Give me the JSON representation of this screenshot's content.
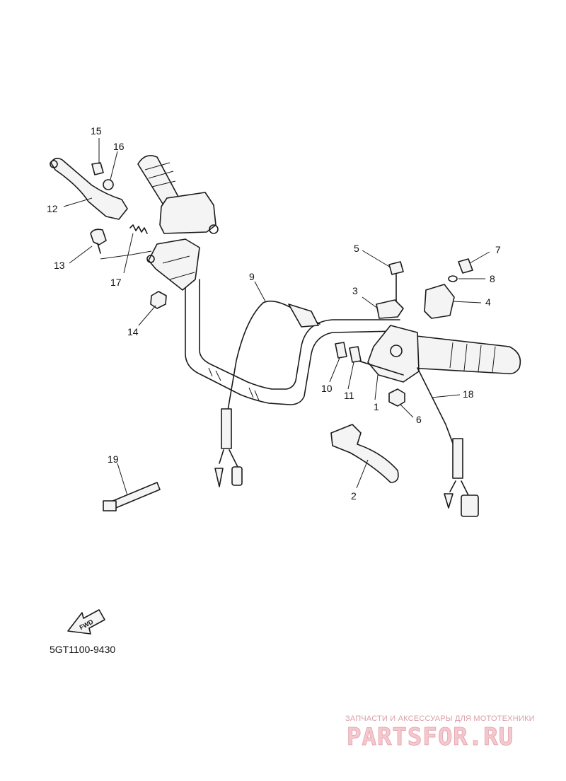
{
  "callouts": [
    {
      "id": "1",
      "label": "1"
    },
    {
      "id": "2",
      "label": "2"
    },
    {
      "id": "3",
      "label": "3"
    },
    {
      "id": "4",
      "label": "4"
    },
    {
      "id": "5",
      "label": "5"
    },
    {
      "id": "6",
      "label": "6"
    },
    {
      "id": "7",
      "label": "7"
    },
    {
      "id": "8",
      "label": "8"
    },
    {
      "id": "9",
      "label": "9"
    },
    {
      "id": "10",
      "label": "10"
    },
    {
      "id": "11",
      "label": "11"
    },
    {
      "id": "12",
      "label": "12"
    },
    {
      "id": "13",
      "label": "13"
    },
    {
      "id": "14",
      "label": "14"
    },
    {
      "id": "15",
      "label": "15"
    },
    {
      "id": "16",
      "label": "16"
    },
    {
      "id": "17",
      "label": "17"
    },
    {
      "id": "18",
      "label": "18"
    },
    {
      "id": "19",
      "label": "19"
    }
  ],
  "fwd_label": "FWD",
  "diagram_code": "5GT1100-9430",
  "watermark": {
    "tagline": "ЗАПЧАСТИ И АКСЕССУАРЫ ДЛЯ МОТОТЕХНИКИ",
    "brand": "PARTSFOR.RU",
    "color": "#f3c9cf"
  }
}
